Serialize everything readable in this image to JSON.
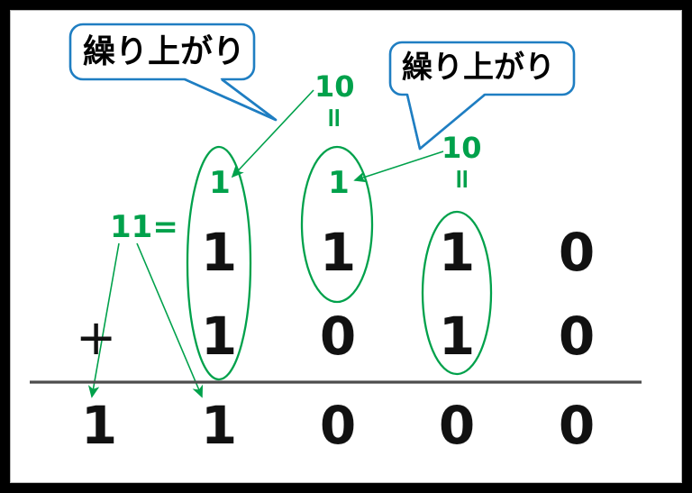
{
  "figure": {
    "title": "binary-addition-carry-diagram",
    "colors": {
      "frame": "#000000",
      "frame_inner": "#b8b8b8",
      "bubble_border": "#1f7ec2",
      "annotation_green": "#00a14b",
      "digit_black": "#111111",
      "rule_line": "#4d4d4d"
    }
  },
  "callouts": [
    {
      "id": "callout-left",
      "label": "繰り上がり"
    },
    {
      "id": "callout-right",
      "label": "繰り上がり"
    }
  ],
  "annotations": {
    "ten_top": {
      "value": "10",
      "eq": "="
    },
    "ten_right": {
      "value": "10",
      "eq": "="
    },
    "eleven_left": {
      "value": "11=",
      "eq": "="
    }
  },
  "columns": [
    {
      "index": 0,
      "name": "col-ten-thousands"
    },
    {
      "index": 1,
      "name": "col-thousands"
    },
    {
      "index": 2,
      "name": "col-hundreds"
    },
    {
      "index": 3,
      "name": "col-tens"
    },
    {
      "index": 4,
      "name": "col-ones"
    }
  ],
  "rows": {
    "carry": {
      "label": "carry-row",
      "digits": [
        "",
        "1",
        "1",
        "",
        ""
      ]
    },
    "addend1": {
      "label": "addend-row-1",
      "digits": [
        "",
        "1",
        "1",
        "1",
        "0"
      ]
    },
    "addend2": {
      "label": "addend-row-2",
      "operator": "+",
      "digits": [
        "",
        "1",
        "0",
        "1",
        "0"
      ]
    },
    "sum": {
      "label": "sum-row",
      "digits": [
        "1",
        "1",
        "0",
        "0",
        "0"
      ]
    }
  },
  "ellipses": [
    {
      "name": "group-ellipse-thousands",
      "covers": "carry+addend1+addend2"
    },
    {
      "name": "group-ellipse-hundreds",
      "covers": "carry+addend1"
    },
    {
      "name": "group-ellipse-tens",
      "covers": "addend1+addend2"
    }
  ]
}
